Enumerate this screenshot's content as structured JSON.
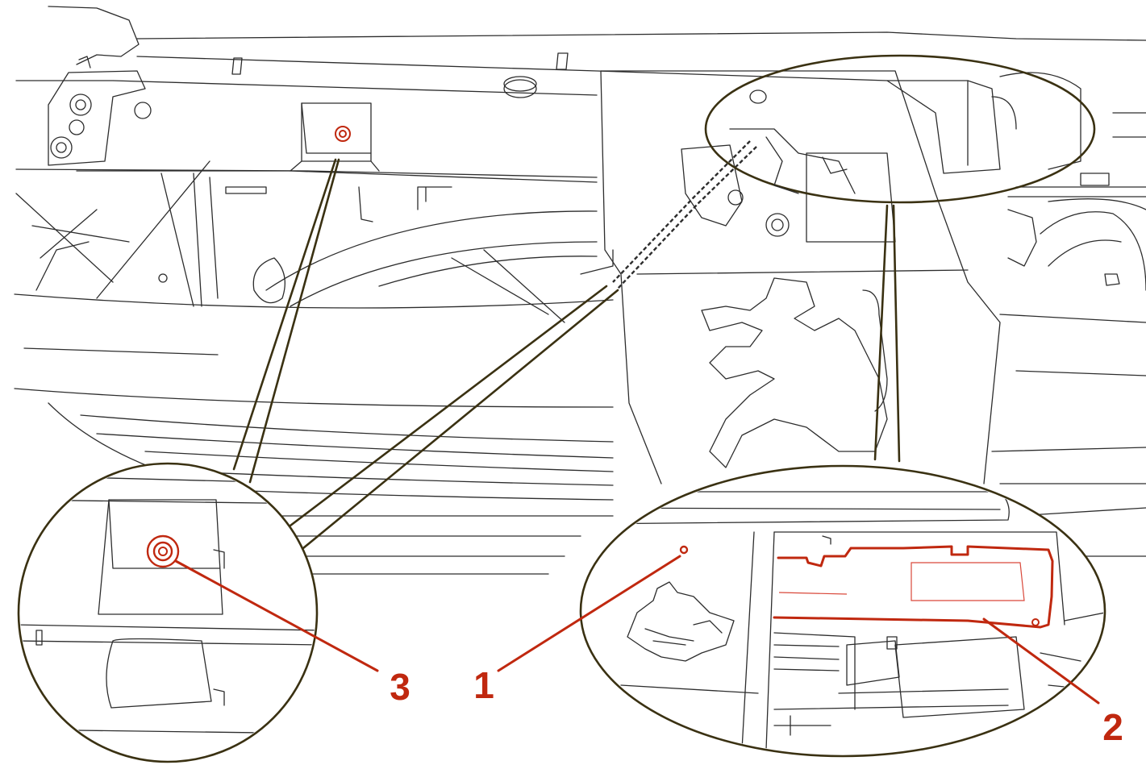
{
  "callouts": [
    {
      "id": "1",
      "text": "1"
    },
    {
      "id": "2",
      "text": "2"
    },
    {
      "id": "3",
      "text": "3"
    }
  ],
  "colors": {
    "highlight": "#c0280f",
    "callout_line": "#3a3112",
    "drawing_line": "#2d2d2d",
    "background": "#ffffff"
  }
}
